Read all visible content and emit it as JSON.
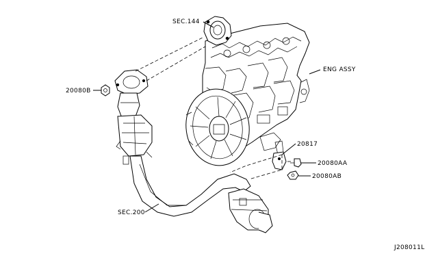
{
  "callouts": {
    "sec144": "SEC.144",
    "eng_assy": "ENG ASSY",
    "p20080b": "20080B",
    "p20817": "20817",
    "p20080aa": "20080AA",
    "p20080ab": "20080AB",
    "sec200": "SEC.200"
  },
  "diagram_id": "J208011L"
}
